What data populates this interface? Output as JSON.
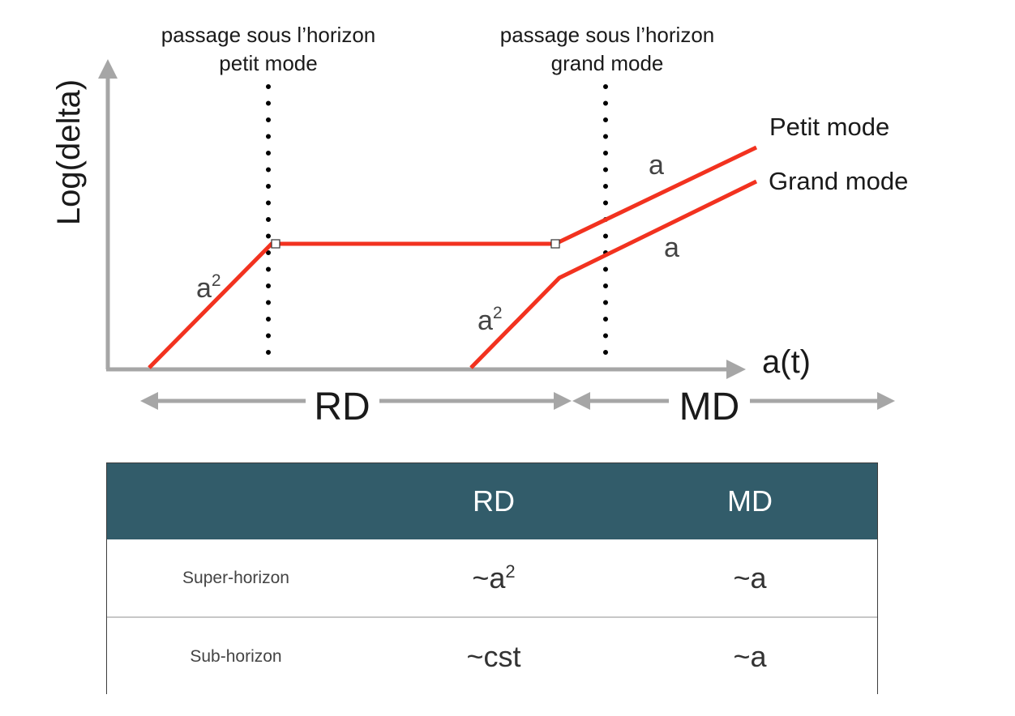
{
  "diagram": {
    "y_axis_label": "Log(delta)",
    "x_axis_label": "a(t)",
    "horizon_small": {
      "line1": "passage sous l’horizon",
      "line2": "petit mode"
    },
    "horizon_large": {
      "line1": "passage sous l’horizon",
      "line2": "grand mode"
    },
    "petit_mode_label": "Petit mode",
    "grand_mode_label": "Grand mode",
    "slope_a_label": "a",
    "slope_a2_base": "a",
    "slope_a2_exp": "2",
    "era_rd": "RD",
    "era_md": "MD",
    "colors": {
      "curve": "#f2321f",
      "axis": "#a6a6a6",
      "header": "#325c6a"
    }
  },
  "table": {
    "header": [
      "",
      "RD",
      "MD"
    ],
    "rows": [
      {
        "label": "Super-horizon",
        "rd_base": "~a",
        "rd_exp": "2",
        "md": "~a"
      },
      {
        "label": "Sub-horizon",
        "rd_base": "~cst",
        "rd_exp": "",
        "md": "~a"
      }
    ]
  }
}
